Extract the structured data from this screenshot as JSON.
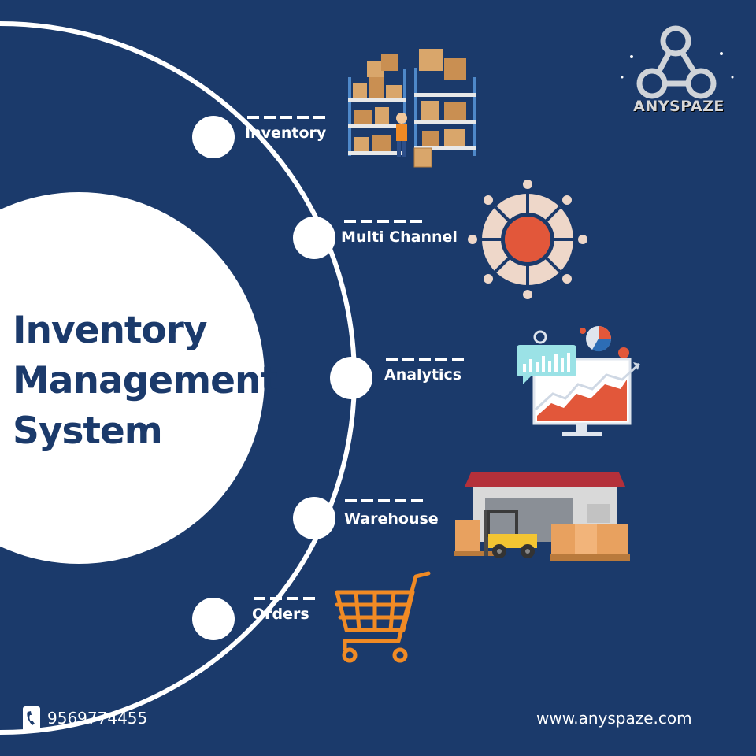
{
  "title_lines": [
    "Inventory",
    "Management",
    "System"
  ],
  "nodes": [
    {
      "label": "Inventory",
      "icon": "warehouse-shelves-icon"
    },
    {
      "label": "Multi Channel",
      "icon": "network-hub-icon"
    },
    {
      "label": "Analytics",
      "icon": "analytics-monitor-icon"
    },
    {
      "label": "Warehouse",
      "icon": "warehouse-forklift-icon"
    },
    {
      "label": "Orders",
      "icon": "shopping-cart-icon"
    }
  ],
  "brand": {
    "name": "ANYSPAZE",
    "logo_icon": "anyspaze-logo-icon"
  },
  "footer": {
    "phone": "9569774455",
    "phone_icon": "phone-icon",
    "website": "www.anyspaze.com"
  },
  "colors": {
    "background": "#1b3a6b",
    "white": "#ffffff",
    "accent_orange": "#f08a24",
    "accent_red": "#e2573a"
  }
}
